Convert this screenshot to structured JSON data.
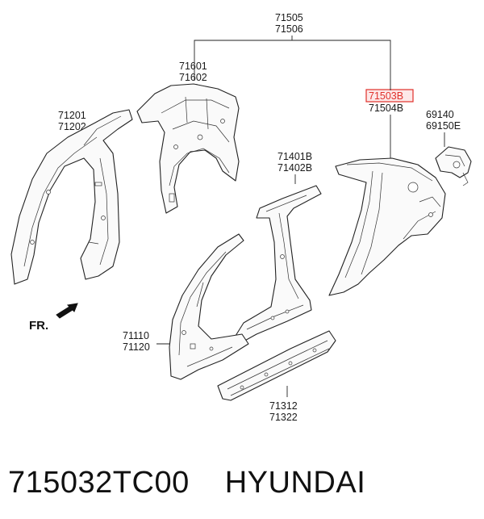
{
  "callouts": {
    "c71505": "71505",
    "c71506": "71506",
    "c71601": "71601",
    "c71602": "71602",
    "c71201": "71201",
    "c71202": "71202",
    "c71503b": "71503B",
    "c71504b": "71504B",
    "c69140": "69140",
    "c69150e": "69150E",
    "c71401b": "71401B",
    "c71402b": "71402B",
    "c71110": "71110",
    "c71120": "71120",
    "c71312": "71312",
    "c71322": "71322"
  },
  "direction_label": "FR.",
  "caption": {
    "part_number": "715032TC00",
    "brand": "HYUNDAI"
  },
  "colors": {
    "highlight": "#e0302a",
    "ink": "#222222"
  }
}
